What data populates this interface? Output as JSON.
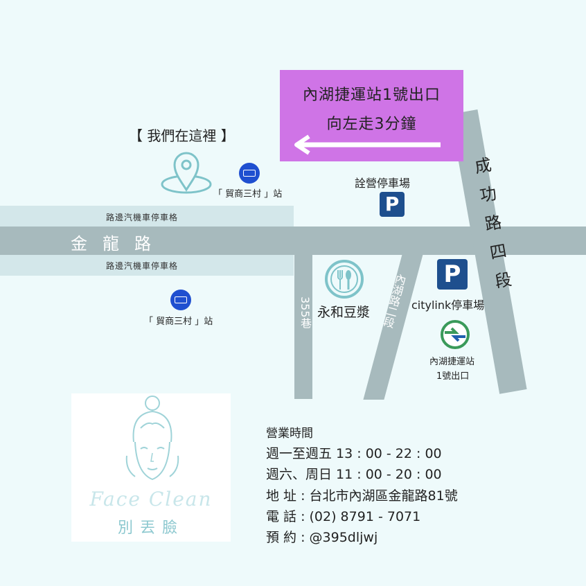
{
  "banner": {
    "line1": "內湖捷運站1號出口",
    "line2": "向左走3分鐘"
  },
  "location": {
    "title": "【 我們在這裡 】",
    "icon": "location-pin-icon"
  },
  "roads": {
    "main": "金龍路",
    "chenggong": "成功路四段",
    "neihu": "內湖路二段",
    "lane355": "355巷"
  },
  "parking_lanes": {
    "upper": "路邊汽機車停車格",
    "lower": "路邊汽機車停車格"
  },
  "bus_stops": {
    "stop1": "「 貿商三村 」站",
    "stop2": "「 貿商三村 」站",
    "icon": "bus-icon"
  },
  "parking": {
    "lot1": "詮營停車場",
    "lot2": "citylink停車場",
    "symbol": "P"
  },
  "restaurant": {
    "name": "永和豆漿",
    "icon": "fork-spoon-icon"
  },
  "mrt": {
    "line1": "內湖捷運站",
    "line2": "1號出口",
    "icon": "taipei-metro-icon"
  },
  "logo": {
    "script": "Face Clean",
    "chinese": "別丟臉"
  },
  "info": {
    "hours_title": "營業時間",
    "weekday": "週一至週五  13 : 00 - 22 : 00",
    "weekend": "週六、周日  11 : 00 - 20 : 00",
    "address": "地      址 : 台北市內湖區金龍路81號",
    "phone": "電      話 : (02) 8791 - 7071",
    "booking": "預      約 : @395dljwj"
  },
  "colors": {
    "road": "#a7babd",
    "lane": "#d3e7ea",
    "banner": "#cf74e6",
    "parking": "#1e4f8e",
    "bus": "#1f4fd0",
    "background": "#eefafb"
  }
}
